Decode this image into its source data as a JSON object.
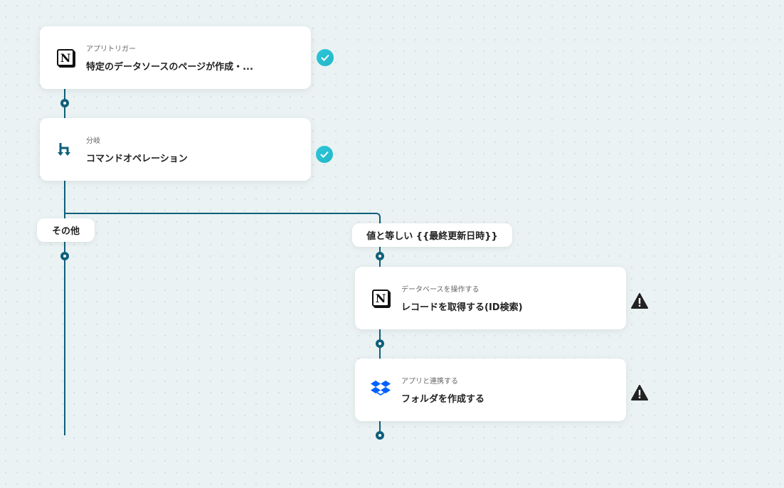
{
  "steps": [
    {
      "label": "アプリトリガー",
      "title": "特定のデータソースのページが作成・...",
      "icon": "notion-icon",
      "status": "complete"
    },
    {
      "label": "分岐",
      "title": "コマンドオペレーション",
      "icon": "branch-icon",
      "status": "complete"
    },
    {
      "label": "データベースを操作する",
      "title": "レコードを取得する(ID検索)",
      "icon": "notion-icon",
      "status": "warning"
    },
    {
      "label": "アプリと連携する",
      "title": "フォルダを作成する",
      "icon": "dropbox-icon",
      "status": "warning"
    }
  ],
  "branches": {
    "other": "その他",
    "condition": "値と等しい {{最終更新日時}}"
  },
  "colors": {
    "line": "#0f5f7a",
    "check": "#2dc6d8",
    "warning": "#222222",
    "dropbox": "#0061fe"
  }
}
